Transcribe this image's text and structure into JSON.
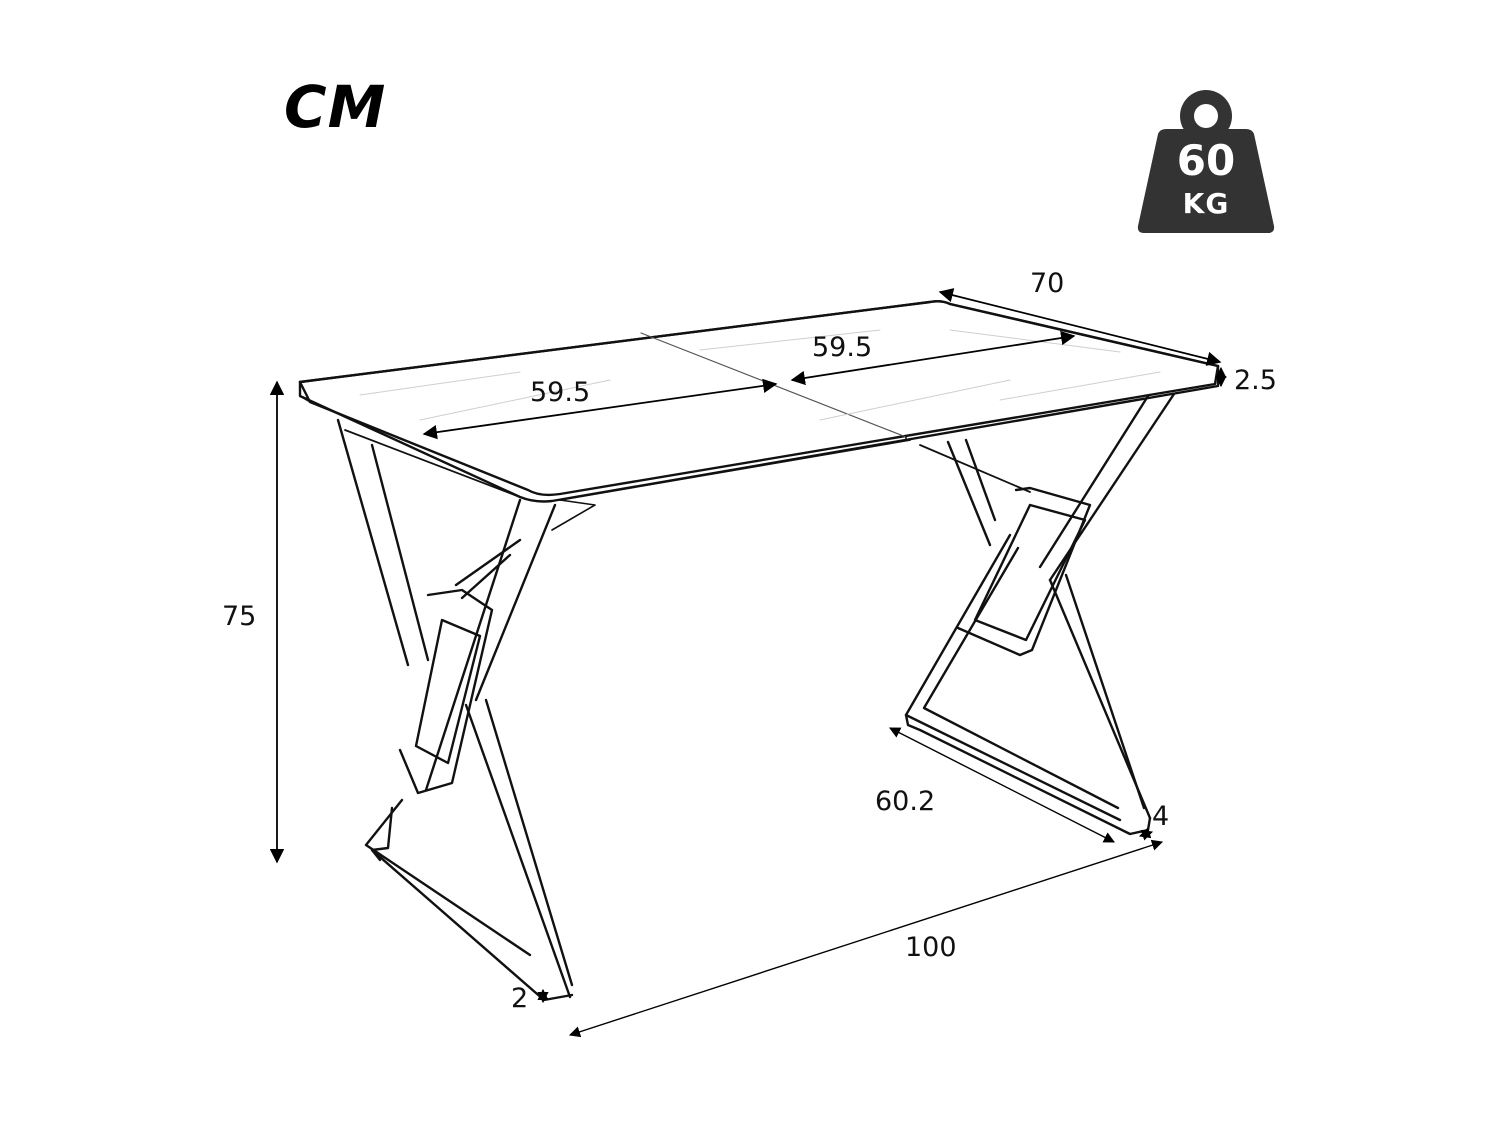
{
  "header": {
    "unit_label": "CM"
  },
  "load_badge": {
    "icon": "weight-icon",
    "value": "60",
    "unit": "KG",
    "color": "#333333"
  },
  "product": {
    "type": "desk",
    "top_panels": 2
  },
  "dimensions": {
    "depth": "70",
    "panel_length_left": "59.5",
    "panel_length_right": "59.5",
    "top_thickness": "2.5",
    "height": "75",
    "leg_depth": "60.2",
    "leg_width": "4",
    "total_length": "100",
    "foot_height": "2"
  }
}
